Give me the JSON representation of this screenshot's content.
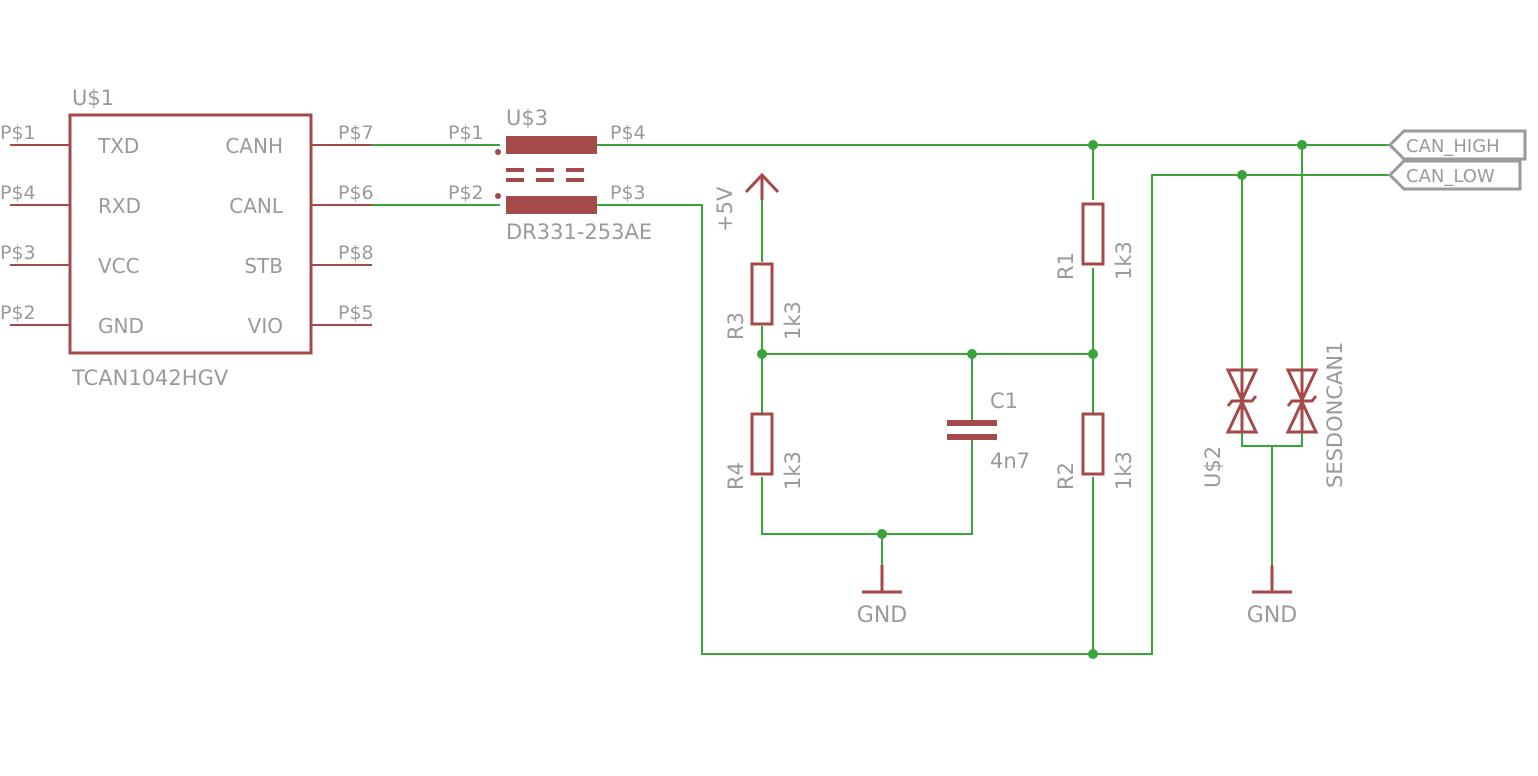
{
  "u1": {
    "name": "U$1",
    "value": "TCAN1042HGV",
    "left_pins": [
      {
        "pad": "P$1",
        "name": "TXD"
      },
      {
        "pad": "P$4",
        "name": "RXD"
      },
      {
        "pad": "P$3",
        "name": "VCC"
      },
      {
        "pad": "P$2",
        "name": "GND"
      }
    ],
    "right_pins": [
      {
        "pad": "P$7",
        "name": "CANH"
      },
      {
        "pad": "P$6",
        "name": "CANL"
      },
      {
        "pad": "P$8",
        "name": "STB"
      },
      {
        "pad": "P$5",
        "name": "VIO"
      }
    ]
  },
  "u3": {
    "name": "U$3",
    "value": "DR331-253AE",
    "pads": {
      "p1": "P$1",
      "p2": "P$2",
      "p3": "P$3",
      "p4": "P$4"
    }
  },
  "r1": {
    "name": "R1",
    "value": "1k3"
  },
  "r2": {
    "name": "R2",
    "value": "1k3"
  },
  "r3": {
    "name": "R3",
    "value": "1k3"
  },
  "r4": {
    "name": "R4",
    "value": "1k3"
  },
  "c1": {
    "name": "C1",
    "value": "4n7"
  },
  "supply": {
    "vcc": "+5V",
    "gnd1": "GND",
    "gnd2": "GND"
  },
  "u2": {
    "name": "U$2",
    "value": "SESDONCAN1"
  },
  "ports": {
    "can_high": "CAN_HIGH",
    "can_low": "CAN_LOW"
  },
  "colors": {
    "symbol": "#a54a4a",
    "wire": "#3aa43a",
    "text": "#9a9a9a"
  }
}
